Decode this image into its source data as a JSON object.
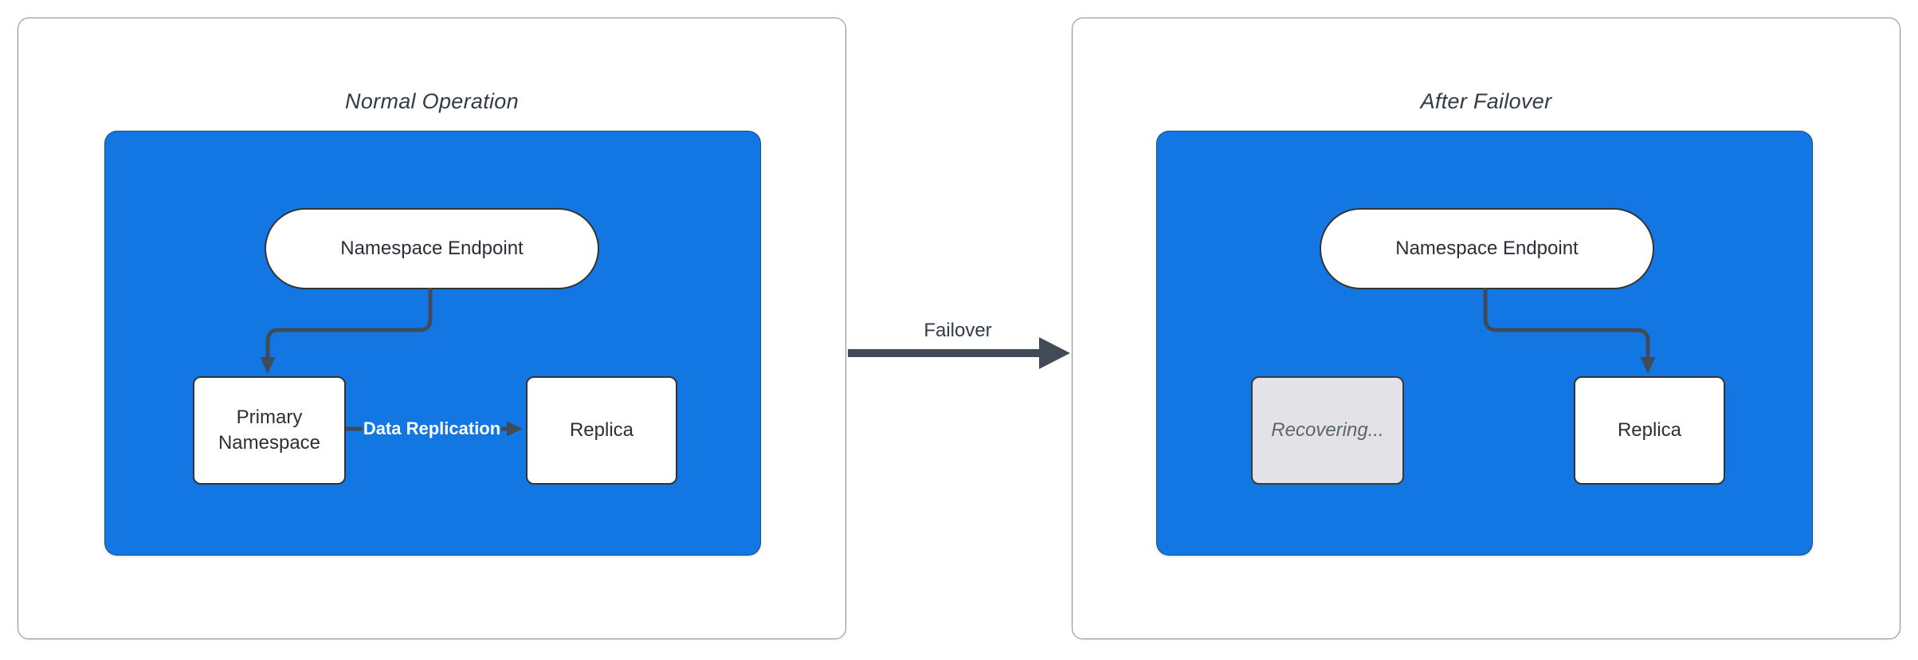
{
  "colors": {
    "cluster_fill": "#1277e3",
    "node_fill": "#ffffff",
    "node_border": "#333333",
    "edge": "#414b57",
    "recovering_fill": "#e3e3e7",
    "recovering_border": "#3a3a3a",
    "recovering_text": "#5b6470",
    "panel_border": "#8d8d8d",
    "title_text": "#333b45",
    "node_text": "#2b2f36",
    "edge_label_text": "#ffffff",
    "page_bg": "#ffffff"
  },
  "left_panel": {
    "title": "Normal Operation",
    "nodes": {
      "endpoint": "Namespace Endpoint",
      "primary": "Primary Namespace",
      "replica": "Replica"
    },
    "edge_label": "Data Replication"
  },
  "right_panel": {
    "title": "After Failover",
    "nodes": {
      "endpoint": "Namespace Endpoint",
      "recovering": "Recovering...",
      "replica": "Replica"
    }
  },
  "transition": {
    "label": "Failover"
  }
}
